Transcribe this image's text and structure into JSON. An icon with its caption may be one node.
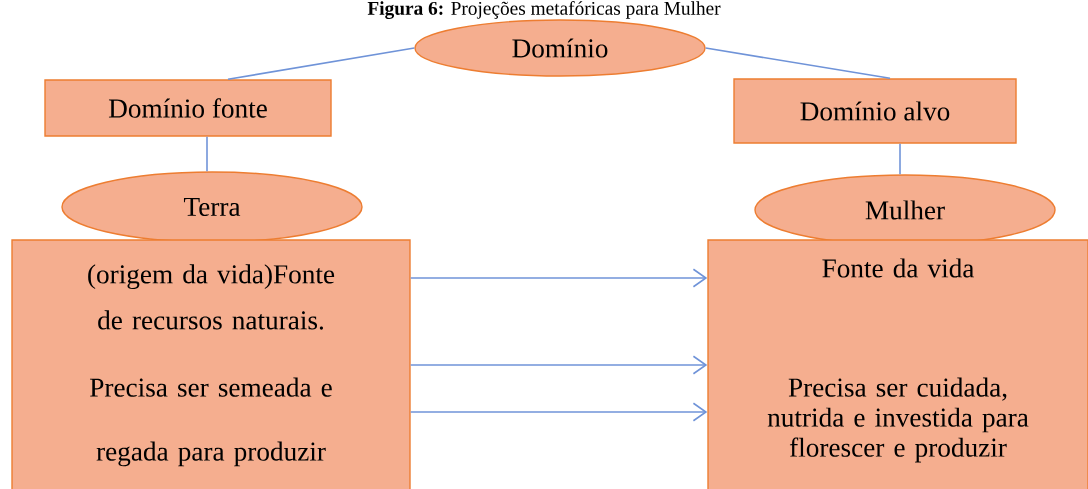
{
  "diagram": {
    "title": "**Figura 6:** Projeções metafóricas para Mulher",
    "nodes": [
      {
        "text": [
          "Domínio"
        ]
      },
      {
        "text": [
          "Domínio fonte"
        ]
      },
      {
        "text": [
          "Domínio alvo"
        ]
      },
      {
        "text": [
          "Terra"
        ]
      },
      {
        "text": [
          "Mulher"
        ]
      },
      {
        "text": [
          "(origem da vida)Fonte de recursos naturais.",
          "Precisa ser semeada e regada para produzir"
        ]
      },
      {
        "text": [
          "Fonte da vida",
          "Precisa ser cuidada, nutrida e investida para florescer e produzir"
        ]
      }
    ],
    "edges": [
      {
        "from": 0,
        "to": 1,
        "arrow": "none"
      },
      {
        "from": 0,
        "to": 2,
        "arrow": "none"
      },
      {
        "from": 1,
        "to": 3,
        "arrow": "none"
      },
      {
        "from": 2,
        "to": 4,
        "arrow": "none"
      },
      {
        "from": 5,
        "to": 6,
        "arrow": "to"
      },
      {
        "from": 5,
        "to": 6,
        "arrow": "to"
      },
      {
        "from": 5,
        "to": 6,
        "arrow": "to"
      }
    ]
  }
}
